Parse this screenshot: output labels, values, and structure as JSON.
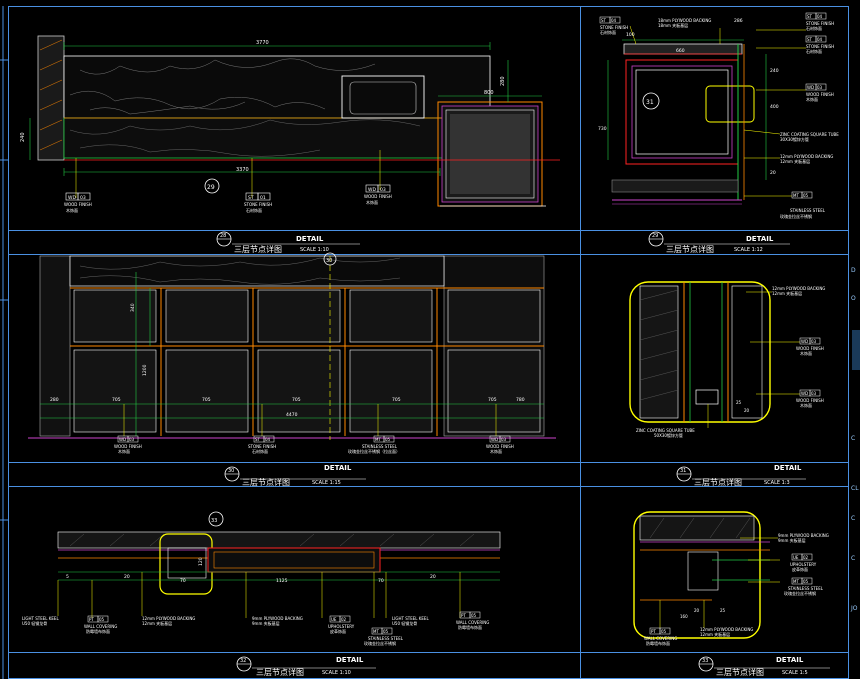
{
  "sheet": {
    "titles": {
      "d28": {
        "num": "28",
        "name": "三层节点详图",
        "scale": "SCALE 1:10",
        "label": "DETAIL"
      },
      "d29": {
        "num": "29",
        "name": "三层节点详图",
        "scale": "SCALE 1:12",
        "label": "DETAIL"
      },
      "d30": {
        "num": "30",
        "name": "三层节点详图",
        "scale": "SCALE 1:15",
        "label": "DETAIL"
      },
      "d31": {
        "num": "31",
        "name": "三层节点详图",
        "scale": "SCALE 1:3",
        "label": "DETAIL"
      },
      "d32": {
        "num": "32",
        "name": "三层节点详图",
        "scale": "SCALE 1:10",
        "label": "DETAIL"
      },
      "d33": {
        "num": "33",
        "name": "三层节点详图",
        "scale": "SCALE 1:5",
        "label": "DETAIL"
      }
    },
    "callouts": {
      "c29": "29",
      "c30": "30",
      "c31": "31",
      "c33": "33"
    }
  },
  "d28": {
    "dim_top": "3770",
    "dim_bottom": "3370",
    "dim_right": "800",
    "dim_left": "240",
    "dim_v1": "280",
    "tags": [
      {
        "code": "WD",
        "num": "03",
        "en": "WOOD FINISH",
        "cn": "木饰面"
      },
      {
        "code": "ST",
        "num": "01",
        "en": "STONE FINISH",
        "cn": "石材饰面"
      },
      {
        "code": "WD",
        "num": "03",
        "en": "WOOD FINISH",
        "cn": "木饰面"
      }
    ]
  },
  "d29": {
    "dims": [
      "100",
      "286",
      "240",
      "400",
      "730",
      "20",
      "660"
    ],
    "labels": [
      {
        "code": "ST",
        "num": "04",
        "en": "STONE FINISH",
        "cn": "石材饰面"
      },
      {
        "text": "18mm PLYWOOD BACKING"
      },
      {
        "text": "18mm 夹板基层"
      },
      {
        "code": "ST",
        "num": "04",
        "en": "STONE FINISH",
        "cn": "石材饰面"
      },
      {
        "code": "ST",
        "num": "04",
        "en": "STONE FINISH",
        "cn": "石材饰面"
      },
      {
        "code": "WD",
        "num": "03",
        "en": "WOOD FINISH",
        "cn": "木饰面"
      },
      {
        "text": "ZINC COATING SQUARE TUBE"
      },
      {
        "text": "30X30镀锌方管"
      },
      {
        "text": "12mm PLYWOOD BACKING"
      },
      {
        "text": "12mm 夹板基层"
      },
      {
        "code": "MT",
        "num": "05",
        "en": "STAINLESS STEEL",
        "cn": "玫瑰金拉丝不锈钢"
      }
    ]
  },
  "d30": {
    "dims": [
      "280",
      "705",
      "705",
      "705",
      "705",
      "705",
      "780"
    ],
    "dim_total": "4470",
    "dim_h1": "340",
    "dim_h2": "1200",
    "tags": [
      {
        "code": "WD",
        "num": "03",
        "en": "WOOD FINISH",
        "cn": "木饰面"
      },
      {
        "code": "ST",
        "num": "04",
        "en": "STONE FINISH",
        "cn": "石材饰面"
      },
      {
        "code": "MT",
        "num": "05",
        "en": "STAINLESS STEEL",
        "cn": "玫瑰金拉丝不锈钢（拉丝面）"
      },
      {
        "code": "WD",
        "num": "03",
        "en": "WOOD FINISH",
        "cn": "木饰面"
      }
    ]
  },
  "d31": {
    "labels": [
      {
        "text": "12mm PLYWOOD BACKING"
      },
      {
        "text": "12mm 夹板基层"
      },
      {
        "code": "WD",
        "num": "03",
        "en": "WOOD FINISH",
        "cn": "木饰面"
      },
      {
        "code": "WD",
        "num": "03",
        "en": "WOOD FINISH",
        "cn": "木饰面"
      },
      {
        "text": "ZINC COATING SQUARE TUBE"
      },
      {
        "text": "50X30镀锌方管"
      }
    ],
    "dims": [
      "25",
      "20"
    ]
  },
  "d32": {
    "dims": [
      "5",
      "20",
      "70",
      "1125",
      "70",
      "20",
      "120"
    ],
    "labels": [
      {
        "text": "LIGHT STEEL KEEL"
      },
      {
        "text": "U50 轻钢龙骨"
      },
      {
        "code": "PT",
        "num": "05",
        "en": "WALL COVERING",
        "cn": "防霉墙布饰面"
      },
      {
        "text": "12mm PLYWOOD BACKING"
      },
      {
        "text": "12mm 夹板基层"
      },
      {
        "text": "9mm PLYWOOD BACKING"
      },
      {
        "text": "9mm 夹板基层"
      },
      {
        "code": "UE",
        "num": "02",
        "en": "UPHOLSTERY",
        "cn": "皮革饰面"
      },
      {
        "text": "LIGHT STEEL KEEL"
      },
      {
        "text": "U50 轻钢龙骨"
      },
      {
        "code": "MT",
        "num": "05",
        "en": "STAINLESS STEEL",
        "cn": "玫瑰金拉丝不锈钢"
      },
      {
        "code": "PT",
        "num": "05",
        "en": "WALL COVERING",
        "cn": "防霉墙布饰面"
      }
    ]
  },
  "d33": {
    "labels": [
      {
        "text": "9mm PLYWOOD BACKING"
      },
      {
        "text": "9mm 夹板基层"
      },
      {
        "code": "UE",
        "num": "02",
        "en": "UPHOLSTERY",
        "cn": "皮革饰面"
      },
      {
        "code": "MT",
        "num": "05",
        "en": "STAINLESS STEEL",
        "cn": "玫瑰金拉丝不锈钢"
      },
      {
        "code": "PT",
        "num": "05",
        "en": "WALL COVERING",
        "cn": "防霉墙布饰面"
      },
      {
        "text": "12mm PLYWOOD BACKING"
      },
      {
        "text": "12mm 夹板基层"
      }
    ],
    "dims": [
      "20",
      "25",
      "160"
    ]
  },
  "side_tab": [
    "D",
    "O",
    "C",
    "CL",
    "C",
    "C",
    "JO"
  ],
  "colors": {
    "frame": "#4a90e2",
    "white": "#ffffff",
    "yellow": "#ffff00",
    "green": "#22cc44",
    "orange": "#ff8800",
    "red": "#ff2222",
    "magenta": "#cc44cc",
    "cyan": "#22cccc",
    "gray": "#666666"
  }
}
